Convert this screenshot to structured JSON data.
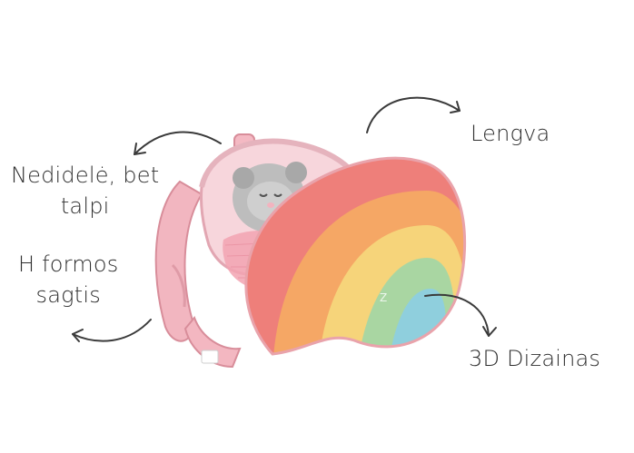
{
  "labels": {
    "small_but_roomy_line1": "Nedidelė, bet",
    "small_but_roomy_line2": "talpi",
    "h_buckle_line1": "H formos",
    "h_buckle_line2": "sagtis",
    "lightweight": "Lengva",
    "design_3d": "3D Dizainas"
  },
  "colors": {
    "text": "#2f2f2f",
    "arrow": "#3a3a3a",
    "backpack_pink": "#f0a8b4",
    "stripe_red": "#ee7f7a",
    "stripe_orange": "#f5a765",
    "stripe_yellow": "#f6d47a",
    "stripe_green": "#a9d6a2",
    "stripe_blue": "#8fcfdd"
  }
}
